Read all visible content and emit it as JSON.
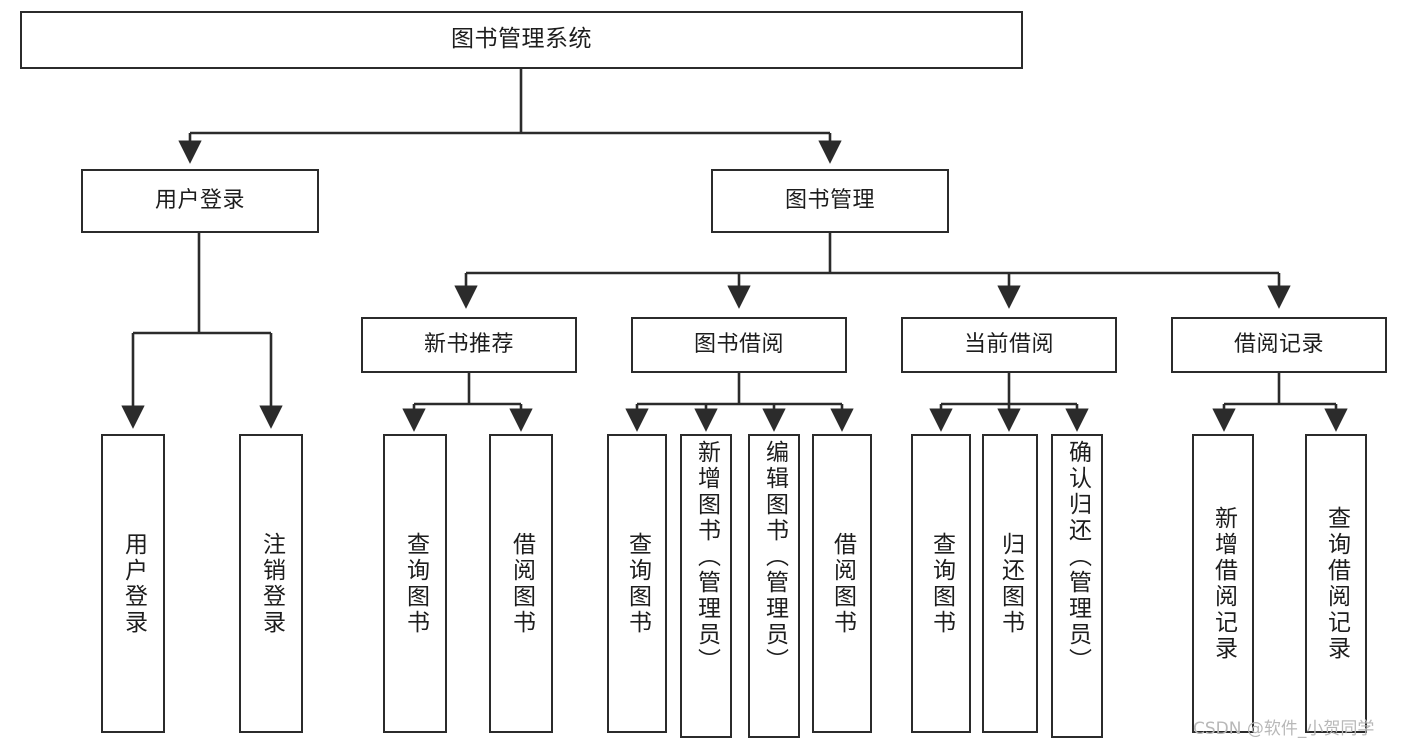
{
  "diagram": {
    "title": "图书管理系统",
    "type": "hierarchy-tree",
    "watermark": "CSDN @软件_小贺同学",
    "colors": {
      "box_border": "#2b2b2b",
      "box_fill": "#ffffff",
      "connector": "#2b2b2b",
      "text": "#1d1d1d",
      "background": "#ffffff",
      "watermark": "#b8b8b8"
    },
    "nodes": {
      "root": {
        "label": "图书管理系统"
      },
      "level2": [
        {
          "id": "user-login",
          "label": "用户登录"
        },
        {
          "id": "book-management",
          "label": "图书管理"
        }
      ],
      "level3": [
        {
          "id": "new-book-recommend",
          "label": "新书推荐"
        },
        {
          "id": "book-borrow",
          "label": "图书借阅"
        },
        {
          "id": "current-borrow",
          "label": "当前借阅"
        },
        {
          "id": "borrow-record",
          "label": "借阅记录"
        }
      ],
      "leaves": {
        "user_login": [
          {
            "id": "leaf-user-login",
            "label": "用户登录"
          },
          {
            "id": "leaf-logout-login",
            "label": "注销登录"
          }
        ],
        "new_book_recommend": [
          {
            "id": "leaf-query-book-1",
            "label": "查询图书"
          },
          {
            "id": "leaf-borrow-book-1",
            "label": "借阅图书"
          }
        ],
        "book_borrow": [
          {
            "id": "leaf-query-book-2",
            "label": "查询图书"
          },
          {
            "id": "leaf-add-book-admin",
            "label": "新增图书（管理员）"
          },
          {
            "id": "leaf-edit-book-admin",
            "label": "编辑图书（管理员）"
          },
          {
            "id": "leaf-borrow-book-2",
            "label": "借阅图书"
          }
        ],
        "current_borrow": [
          {
            "id": "leaf-query-book-3",
            "label": "查询图书"
          },
          {
            "id": "leaf-return-book",
            "label": "归还图书"
          },
          {
            "id": "leaf-confirm-return-admin",
            "label": "确认归还（管理员）"
          }
        ],
        "borrow_record": [
          {
            "id": "leaf-add-borrow-record",
            "label": "新增借阅记录"
          },
          {
            "id": "leaf-query-borrow-record",
            "label": "查询借阅记录"
          }
        ]
      }
    }
  }
}
